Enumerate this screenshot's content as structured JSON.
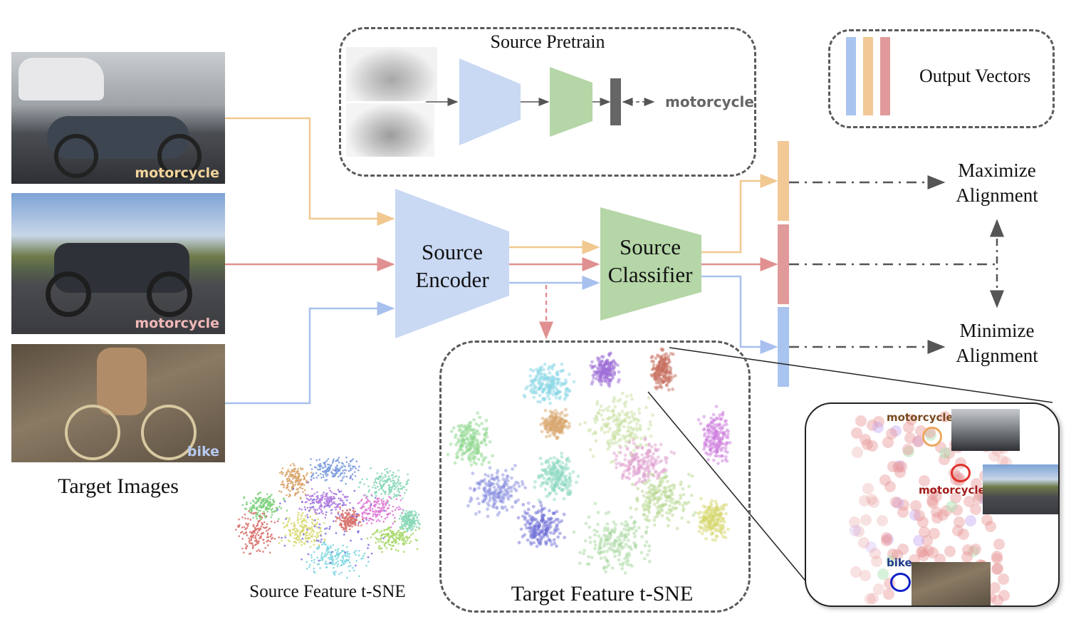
{
  "target_images": {
    "caption": "Target Images",
    "items": [
      {
        "label": "motorcycle",
        "label_color": "#f2d59b",
        "line_color": "#f0c890"
      },
      {
        "label": "motorcycle",
        "label_color": "#f0b8b8",
        "line_color": "#e09090"
      },
      {
        "label": "bike",
        "label_color": "#b7c9f2",
        "line_color": "#a8c0ee"
      }
    ]
  },
  "source_pretrain": {
    "title": "Source Pretrain",
    "output_label": "motorcycle"
  },
  "output_vectors": {
    "title": "Output Vectors",
    "colors": [
      "#a9c4ee",
      "#f1c896",
      "#e09a9a"
    ]
  },
  "modules": {
    "encoder": {
      "line1": "Source",
      "line2": "Encoder",
      "color": "#c9d8f3"
    },
    "classifier": {
      "line1": "Source",
      "line2": "Classifier",
      "color": "#b5d6a7"
    }
  },
  "objectives": {
    "maximize": {
      "line1": "Maximize",
      "line2": "Alignment"
    },
    "minimize": {
      "line1": "Minimize",
      "line2": "Alignment"
    }
  },
  "tsne": {
    "source_caption": "Source Feature t-SNE",
    "target_caption": "Target Feature t-SNE"
  },
  "zoom_inset": {
    "labels": [
      {
        "text": "motorcycle",
        "color": "#7a4a1e"
      },
      {
        "text": "motorcycle",
        "color": "#a31c1c"
      },
      {
        "text": "bike",
        "color": "#1f3a8a"
      }
    ],
    "circle_colors": [
      "#eba860",
      "#e0302a",
      "#1020c8"
    ]
  }
}
